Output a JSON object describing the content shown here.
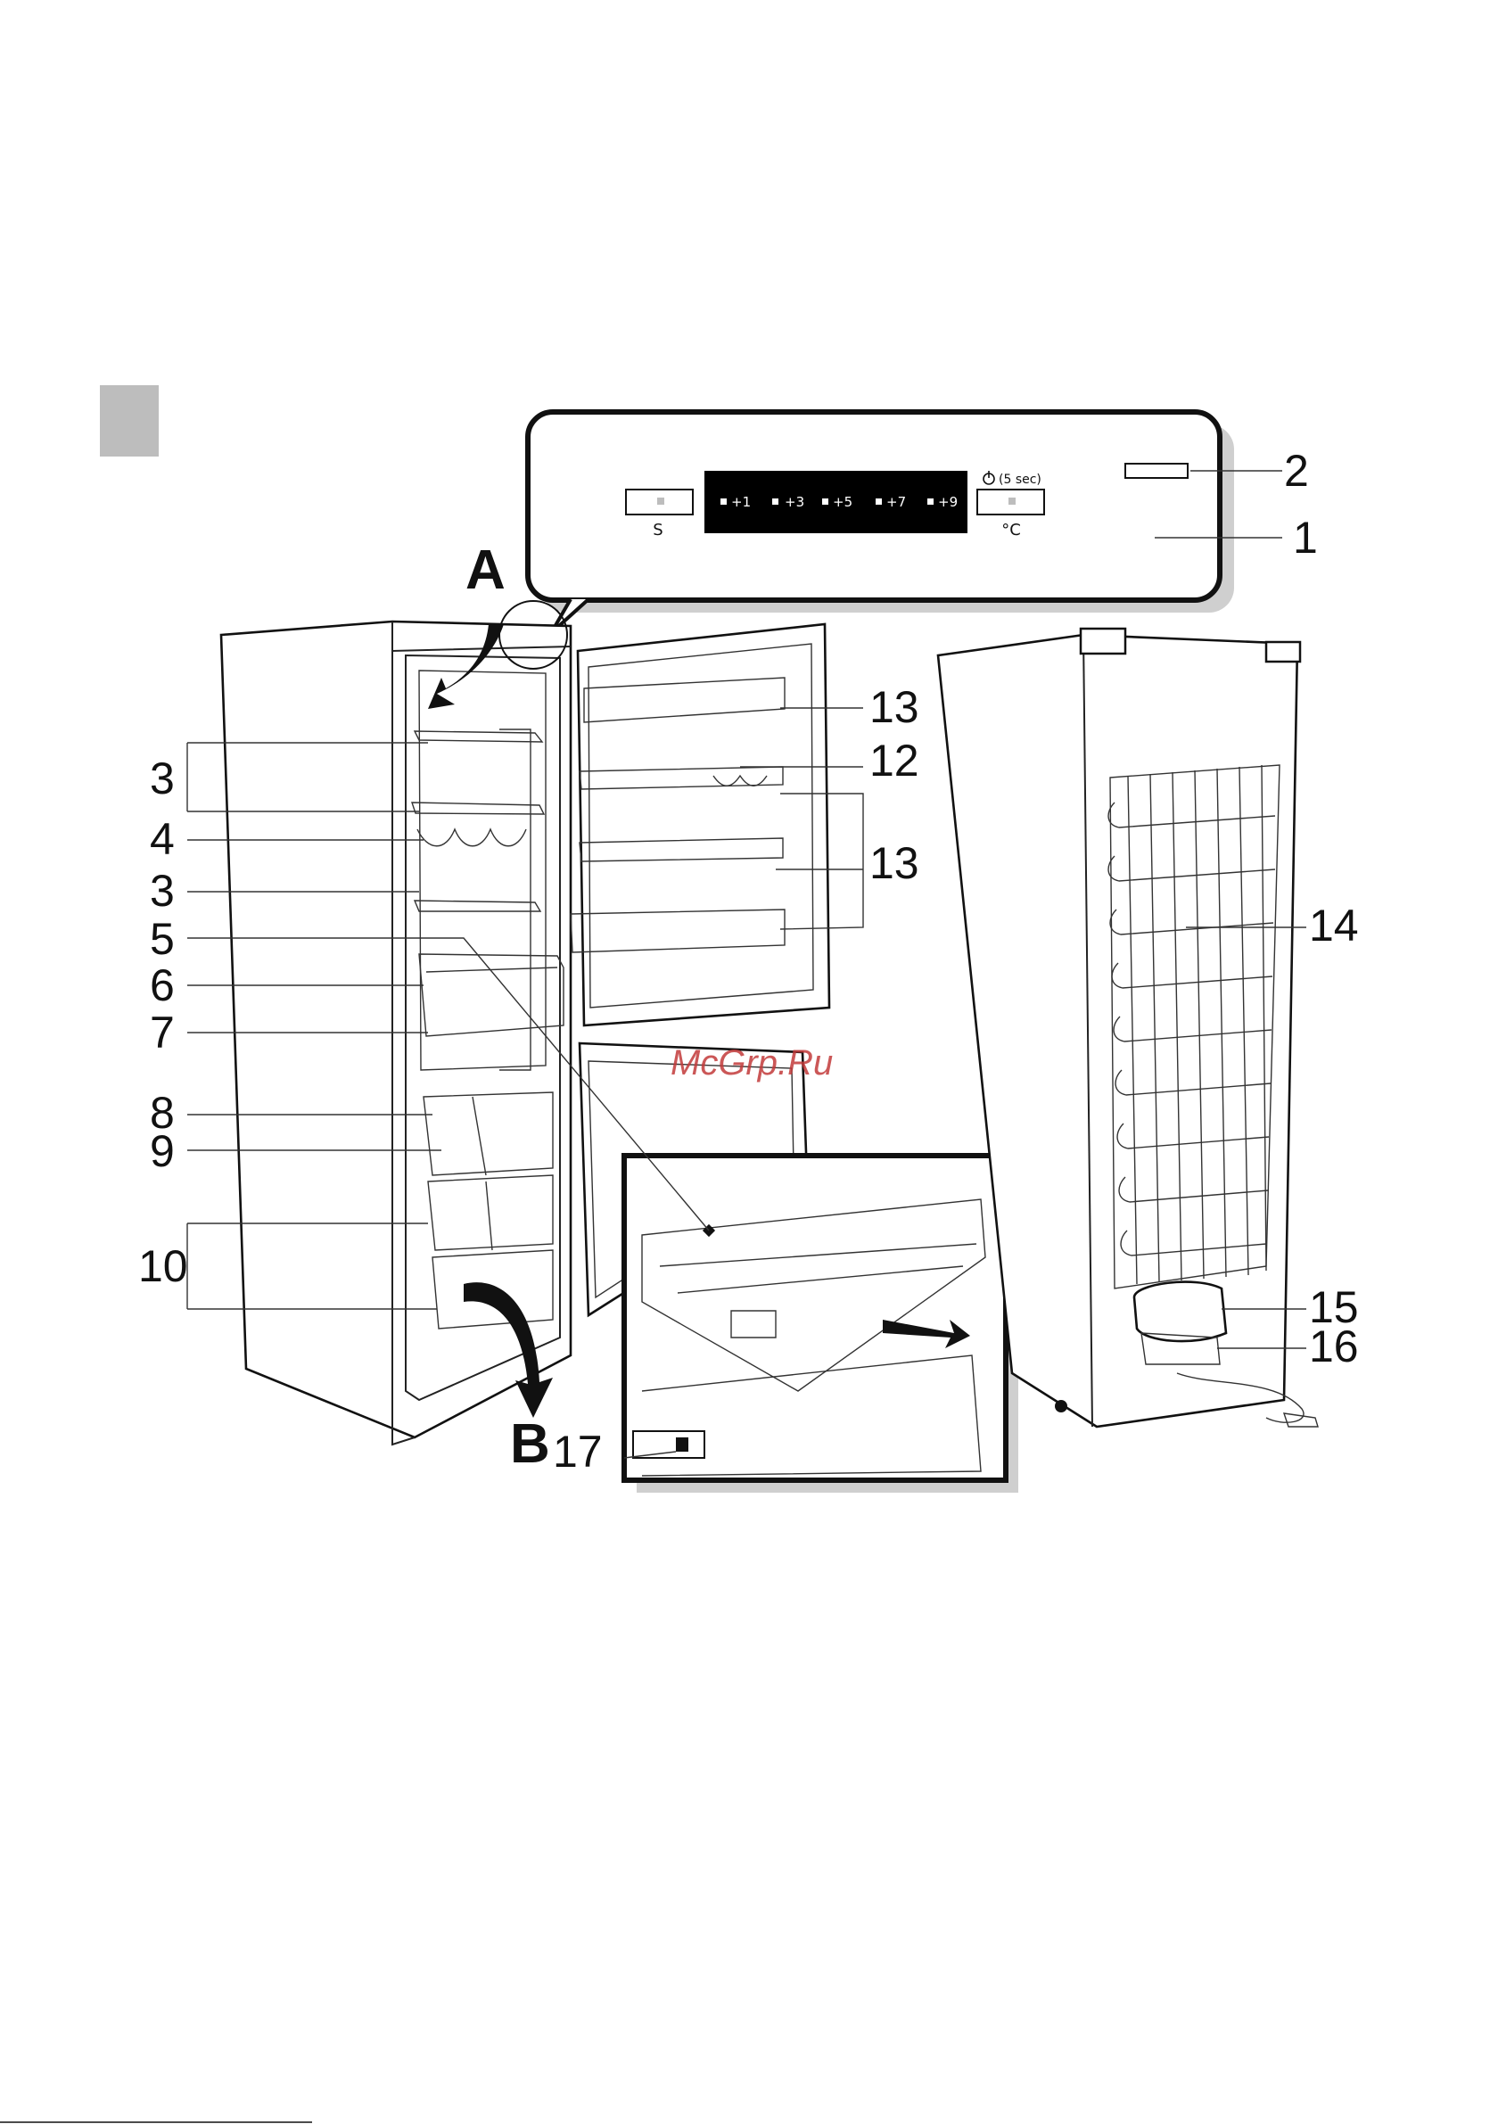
{
  "panel": {
    "s_label": "S",
    "settings": [
      "+1",
      "+3",
      "+5",
      "+7",
      "+9"
    ],
    "timer_label": "(5 sec)",
    "celsius_label": "°C"
  },
  "arrows": {
    "top": "A",
    "bottom": "B"
  },
  "callouts": {
    "c1": "1",
    "c2": "2",
    "c3a": "3",
    "c3b": "3",
    "c4": "4",
    "c5": "5",
    "c6": "6",
    "c7": "7",
    "c8": "8",
    "c9": "9",
    "c10": "10",
    "c12": "12",
    "c13a": "13",
    "c13b": "13",
    "c14": "14",
    "c15": "15",
    "c16": "16",
    "c17": "17"
  },
  "watermark": "McGrp.Ru",
  "colors": {
    "display": "#000000",
    "marker": "#bdbdbd",
    "watermark": "#c23a3a"
  }
}
